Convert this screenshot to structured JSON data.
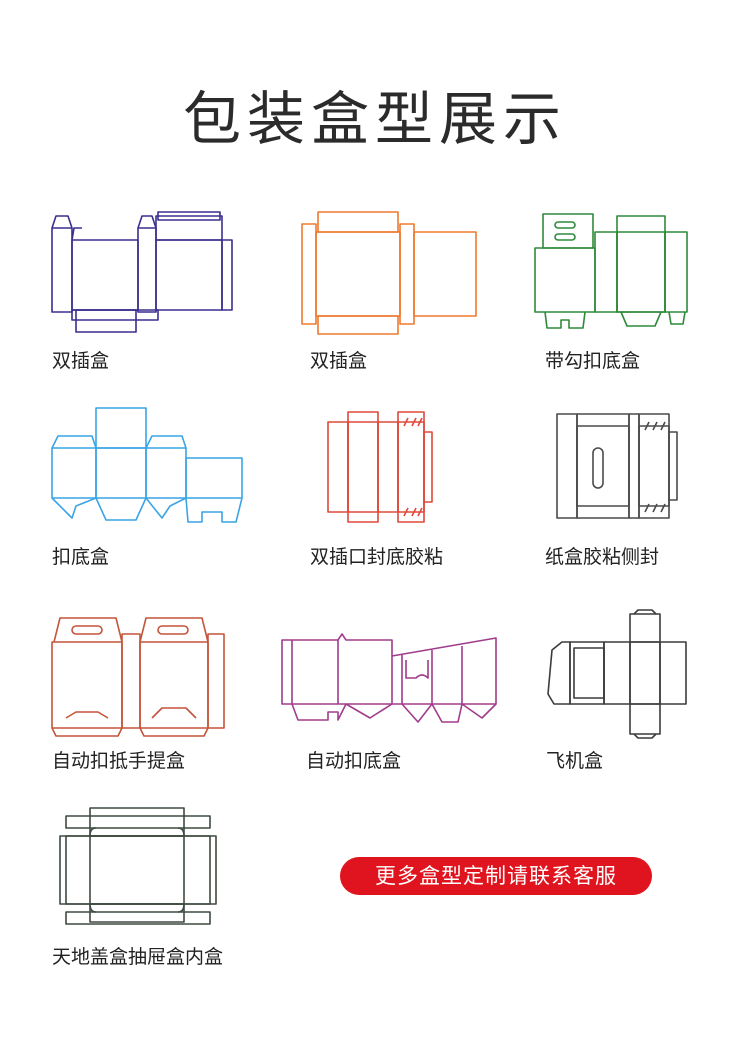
{
  "title": "包装盒型展示",
  "items": [
    {
      "label": "双插盒",
      "color": "#3a2f8f"
    },
    {
      "label": "双插盒",
      "color": "#ef7a2e"
    },
    {
      "label": "带勾扣底盒",
      "color": "#2f8a3a"
    },
    {
      "label": "扣底盒",
      "color": "#3aa4e6"
    },
    {
      "label": "双插口封底胶粘",
      "color": "#e0483a"
    },
    {
      "label": "纸盒胶粘侧封",
      "color": "#4a4a4a"
    },
    {
      "label": "自动扣抵手提盒",
      "color": "#c4543a"
    },
    {
      "label": "自动扣底盒",
      "color": "#a03c8c"
    },
    {
      "label": "飞机盒",
      "color": "#3c3c3c"
    },
    {
      "label": "天地盖盒抽屉盒内盒",
      "color": "#3e4a40"
    }
  ],
  "cta_label": "更多盒型定制请联系客服"
}
